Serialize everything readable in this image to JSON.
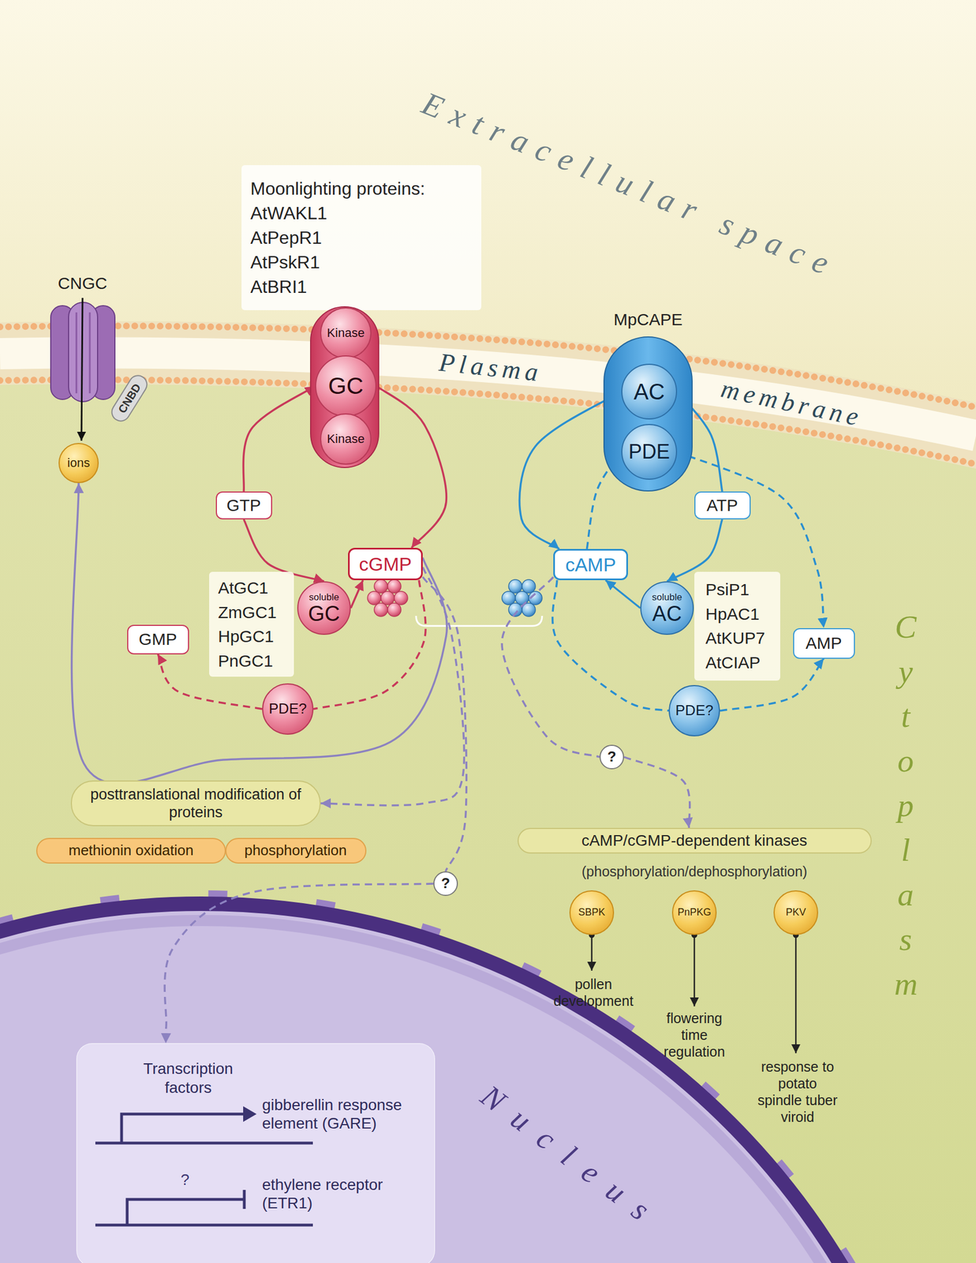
{
  "diagram": {
    "nodes": [
      {
        "text": [
          "CNGC"
        ]
      },
      {
        "text": [
          "CNBD"
        ],
        "in": 0
      },
      {
        "text": [
          "ions"
        ]
      },
      {
        "text": [
          "Moonlighting proteins:",
          "AtWAKL1",
          "AtPepR1",
          "AtPskR1",
          "AtBRI1"
        ]
      },
      {
        "text": []
      },
      {
        "text": [
          "Kinase"
        ],
        "in": 4
      },
      {
        "text": [
          "GC"
        ],
        "in": 4
      },
      {
        "text": [
          "Kinase"
        ],
        "in": 4
      },
      {
        "text": [
          "MpCAPE"
        ]
      },
      {
        "text": [
          "AC"
        ],
        "in": 8
      },
      {
        "text": [
          "PDE"
        ],
        "in": 8
      },
      {
        "text": [
          "GTP"
        ]
      },
      {
        "text": [
          "cGMP"
        ]
      },
      {
        "text": [
          "AtGC1",
          "ZmGC1",
          "HpGC1",
          "PnGC1"
        ]
      },
      {
        "text": [
          "soluble",
          "GC"
        ]
      },
      {
        "text": [
          "GMP"
        ]
      },
      {
        "text": [
          "PDE?"
        ]
      },
      {
        "text": [
          "cAMP"
        ]
      },
      {
        "text": [
          "ATP"
        ]
      },
      {
        "text": [
          "PsiP1",
          "HpAC1",
          "AtKUP7",
          "AtCIAP"
        ]
      },
      {
        "text": [
          "soluble",
          "AC"
        ]
      },
      {
        "text": [
          "AMP"
        ]
      },
      {
        "text": [
          "PDE?"
        ]
      },
      {
        "text": [
          "?"
        ]
      },
      {
        "text": [
          "posttranslational modification of proteins"
        ]
      },
      {
        "text": [
          "methionin oxidation"
        ]
      },
      {
        "text": [
          "phosphorylation"
        ]
      },
      {
        "text": [
          "cAMP/cGMP-dependent kinases"
        ]
      },
      {
        "text": [
          "SBPK"
        ]
      },
      {
        "text": [
          "PnPKG"
        ]
      },
      {
        "text": [
          "PKV"
        ]
      },
      {
        "text": [
          "?"
        ]
      },
      {
        "text": [
          "Transcription factors"
        ]
      }
    ],
    "edges": [
      {
        "from": 6,
        "to": 12,
        "arrow": "to"
      },
      {
        "from": 11,
        "to": 6,
        "arrow": "to"
      },
      {
        "from": 11,
        "to": 14,
        "arrow": "to"
      },
      {
        "from": 14,
        "to": 12,
        "arrow": "to"
      },
      {
        "from": 12,
        "to": 16,
        "arrow": "none"
      },
      {
        "from": 16,
        "to": 15,
        "arrow": "to"
      },
      {
        "from": 9,
        "to": 17,
        "arrow": "to"
      },
      {
        "from": 17,
        "to": 10,
        "arrow": "to"
      },
      {
        "from": 10,
        "to": 21,
        "arrow": "to"
      },
      {
        "from": 18,
        "to": 9,
        "arrow": "to"
      },
      {
        "from": 18,
        "to": 20,
        "arrow": "to"
      },
      {
        "from": 20,
        "to": 17,
        "arrow": "to"
      },
      {
        "from": 17,
        "to": 22,
        "arrow": "none"
      },
      {
        "from": 22,
        "to": 21,
        "arrow": "to"
      },
      {
        "from": 12,
        "to": 2,
        "arrow": "to"
      },
      {
        "from": 12,
        "to": 24,
        "arrow": "to"
      },
      {
        "from": 12,
        "to": 31,
        "arrow": "none"
      },
      {
        "from": 31,
        "to": 32,
        "arrow": "to"
      },
      {
        "from": 17,
        "to": 23,
        "arrow": "none"
      },
      {
        "from": 23,
        "to": 27,
        "arrow": "to"
      }
    ],
    "labels": [
      "Extracellular space",
      "Plasma",
      "membrane",
      "Cytoplasm",
      "(phosphorylation/dephosphorylation)",
      "pollen development",
      "flowering time regulation",
      "response to potato spindle tuber viroid",
      "Nucleus",
      "gibberellin response element (GARE)",
      "?",
      "ethylene receptor (ETR1)"
    ]
  }
}
